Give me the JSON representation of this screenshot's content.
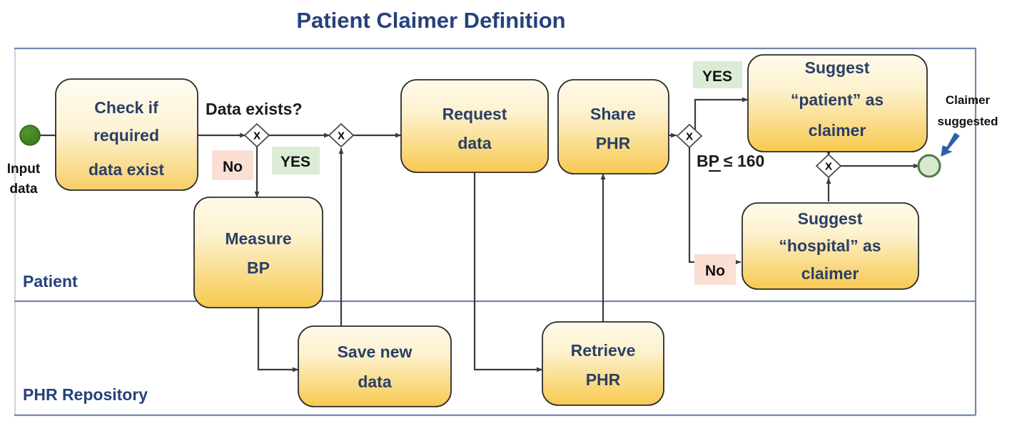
{
  "title": "Patient Claimer Definition",
  "lanes": [
    {
      "id": "patient",
      "label": "Patient"
    },
    {
      "id": "phr",
      "label": "PHR Repository"
    }
  ],
  "tasks": [
    {
      "id": "check",
      "lines": [
        "Check if",
        "required",
        "data exist"
      ]
    },
    {
      "id": "measure",
      "lines": [
        "Measure",
        "BP"
      ]
    },
    {
      "id": "request",
      "lines": [
        "Request",
        "data"
      ]
    },
    {
      "id": "share",
      "lines": [
        "Share",
        "PHR"
      ]
    },
    {
      "id": "suggest_patient",
      "lines": [
        "Suggest",
        "“patient” as",
        "claimer"
      ]
    },
    {
      "id": "suggest_hospital",
      "lines": [
        "Suggest",
        "“hospital” as",
        "claimer"
      ]
    },
    {
      "id": "save",
      "lines": [
        "Save new",
        "data"
      ]
    },
    {
      "id": "retrieve",
      "lines": [
        "Retrieve",
        "PHR"
      ]
    }
  ],
  "events": [
    {
      "id": "start",
      "caption_lines": [
        "Input",
        "data"
      ],
      "color": "#3f7f1f"
    },
    {
      "id": "end",
      "caption_lines": [],
      "color": "#d5e8d0"
    }
  ],
  "gateways": [
    {
      "id": "gw1",
      "symbol": "X"
    },
    {
      "id": "gw2",
      "symbol": "X"
    },
    {
      "id": "gw3",
      "symbol": "X"
    },
    {
      "id": "gw4",
      "symbol": "X"
    }
  ],
  "edge_labels": {
    "question": "Data exists?",
    "no_left": "No",
    "yes_left": "YES",
    "yes_right": "YES",
    "no_right": "No",
    "bp_condition": "BP ≤ 160"
  },
  "annotations": {
    "claimer_suggested": [
      "Claimer",
      "suggested"
    ]
  },
  "colors": {
    "title": "#26427a",
    "task_fill_top": "#fdf3d4",
    "task_fill_bottom": "#f7ca5c",
    "task_text": "#2b3f66",
    "lane_border": "#7487ad",
    "flow": "#3b3b3b",
    "yes_badge": "#dcebd6",
    "no_badge": "#fadfd2",
    "start_event": "#3f7f1f",
    "end_event": "#d5e8d0",
    "arrow_accent": "#2f5fa8"
  }
}
